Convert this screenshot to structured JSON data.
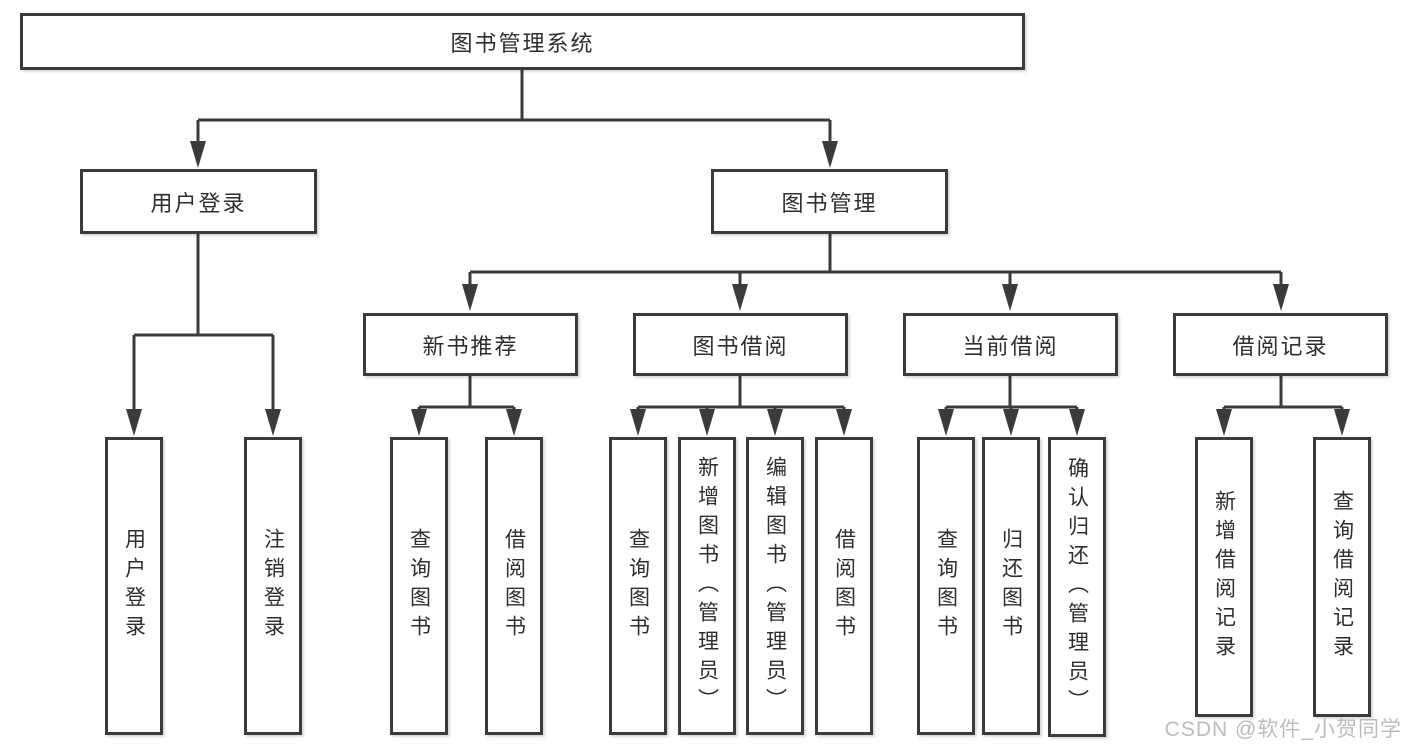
{
  "tree": {
    "label": "图书管理系统",
    "children": [
      {
        "label": "用户登录",
        "children": [
          {
            "label": "用户登录"
          },
          {
            "label": "注销登录"
          }
        ]
      },
      {
        "label": "图书管理",
        "children": [
          {
            "label": "新书推荐",
            "children": [
              {
                "label": "查询图书"
              },
              {
                "label": "借阅图书"
              }
            ]
          },
          {
            "label": "图书借阅",
            "children": [
              {
                "label": "查询图书"
              },
              {
                "label": "新增图书（管理员）"
              },
              {
                "label": "编辑图书（管理员）"
              },
              {
                "label": "借阅图书"
              }
            ]
          },
          {
            "label": "当前借阅",
            "children": [
              {
                "label": "查询图书"
              },
              {
                "label": "归还图书"
              },
              {
                "label": "确认归还（管理员）"
              }
            ]
          },
          {
            "label": "借阅记录",
            "children": [
              {
                "label": "新增借阅记录"
              },
              {
                "label": "查询借阅记录"
              }
            ]
          }
        ]
      }
    ]
  },
  "watermark": {
    "text": "CSDN @软件_小贺同学"
  },
  "colors": {
    "line": "#3b3b3b",
    "box_border": "#3b3b3b",
    "box_fill": "#ffffff",
    "text": "#2e2e2e",
    "watermark": "#bcbcbc",
    "background": "#ffffff"
  }
}
